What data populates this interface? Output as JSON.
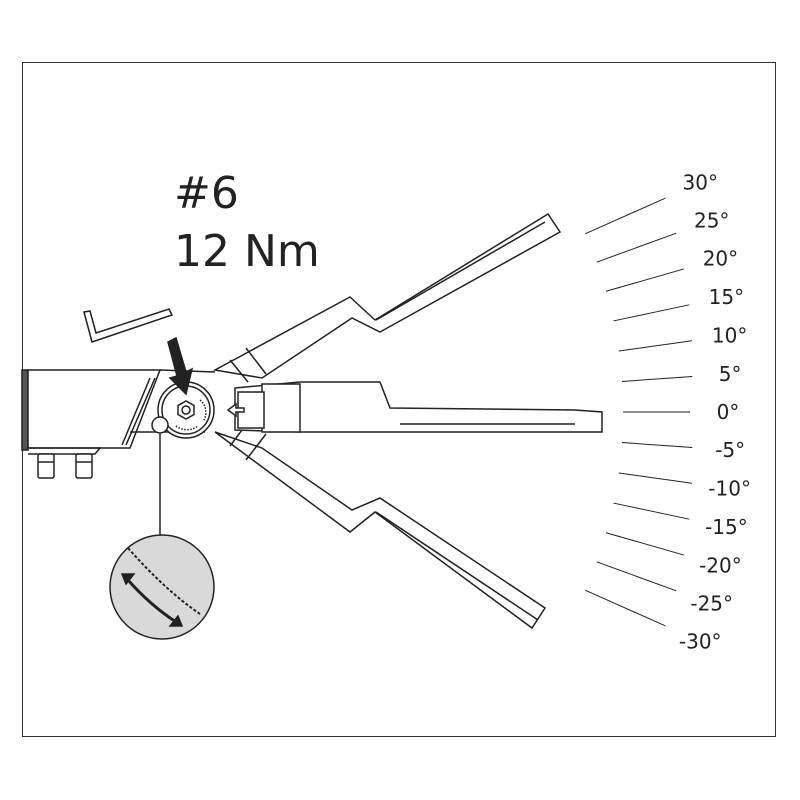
{
  "setting": {
    "number": "#6",
    "torque": "12 Nm"
  },
  "angle_scale": {
    "labels": [
      "30°",
      "25°",
      "20°",
      "15°",
      "10°",
      "5°",
      "0°",
      "-5°",
      "-10°",
      "-15°",
      "-20°",
      "-25°",
      "-30°"
    ],
    "values": [
      30,
      25,
      20,
      15,
      10,
      5,
      0,
      -5,
      -10,
      -15,
      -20,
      -25,
      -30
    ]
  },
  "colors": {
    "line": "#222222",
    "detail_fill": "#d9d9d9"
  }
}
